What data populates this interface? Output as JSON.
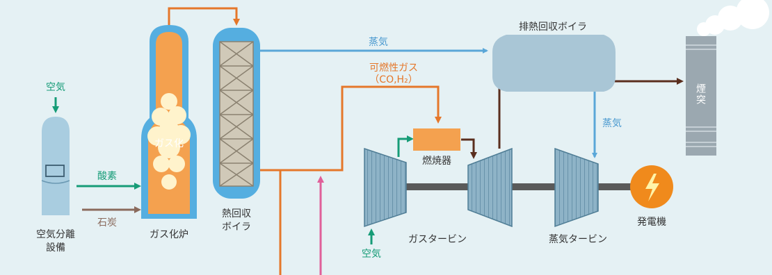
{
  "labels": {
    "air_top": "空気",
    "oxygen": "酸素",
    "coal": "石炭",
    "asu_line1": "空気分離",
    "asu_line2": "設備",
    "gasification": "ガス化",
    "gasifier": "ガス化炉",
    "hrb_line1": "熱回収",
    "hrb_line2": "ボイラ",
    "steam_top": "蒸気",
    "syngas_line1": "可燃性ガス",
    "syngas_line2": "（CO,H₂）",
    "hrsg": "排熱回収ボイラ",
    "steam_right": "蒸気",
    "combustor": "燃焼器",
    "gas_turbine": "ガスタービン",
    "air_bottom": "空気",
    "steam_turbine": "蒸気タービン",
    "generator": "発電機",
    "stack": "煙突"
  },
  "colors": {
    "background": "#e5f1f4",
    "steam_blue": "#5aa7d8",
    "gas_orange": "#e5772a",
    "air_green": "#169c77",
    "coal_brown": "#8a6a5c",
    "exhaust_brown": "#5a2e1e",
    "pink": "#e0609a",
    "vessel_blue": "#55aee0",
    "fill_orange": "#f4a14f",
    "turbine_blue": "#6e9db5",
    "shaft": "#5a5a5a",
    "generator_orange": "#f08a1c"
  },
  "icons": {
    "generator": "lightning-bolt-icon"
  }
}
